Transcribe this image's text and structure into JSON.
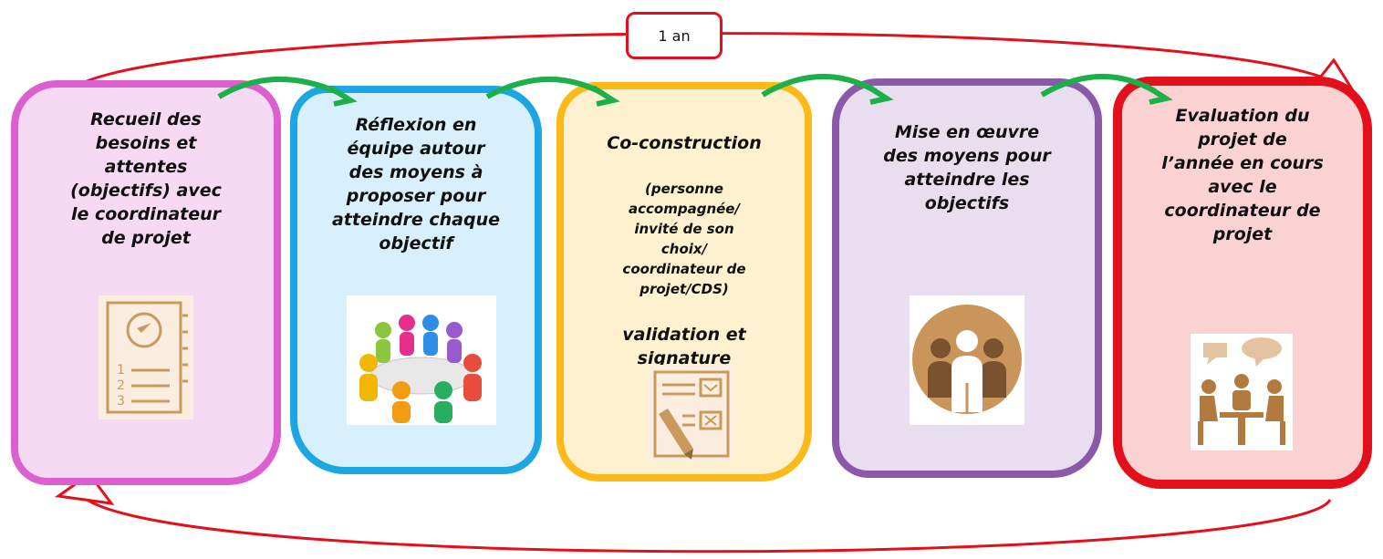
{
  "cycle_label": "1 an",
  "steps": [
    {
      "text": "Recueil des\nbesoins et\nattentes\n(objectifs) avec\nle coordinateur\nde projet",
      "picture": "numbered-list-notebook-icon",
      "color": "#db5fcf"
    },
    {
      "text": "Réflexion en\néquipe autour\ndes moyens à\nproposer pour\natteindre chaque\nobjectif",
      "picture": "team-meeting-round-table-image",
      "color": "#1ea6e4"
    },
    {
      "text": "Co-construction",
      "text_small": "(personne\naccompagnée/\ninvité de son\nchoix/\ncoordinateur de\nprojet/CDS)",
      "text_end": "validation et\nsignature",
      "picture": "document-signature-icon",
      "color": "#fdb917"
    },
    {
      "text": "Mise en œuvre\ndes moyens pour\natteindre les\nobjectifs",
      "picture": "group-of-people-icon",
      "color": "#8a5aa8"
    },
    {
      "text": "Evaluation du\nprojet de\nl’année en cours\navec le\ncoordinateur de\nprojet",
      "picture": "meeting-discussion-icon",
      "color": "#e3101b"
    }
  ],
  "connector_color": "#1bb04a",
  "cycle_arrow_color": "#e3101b"
}
